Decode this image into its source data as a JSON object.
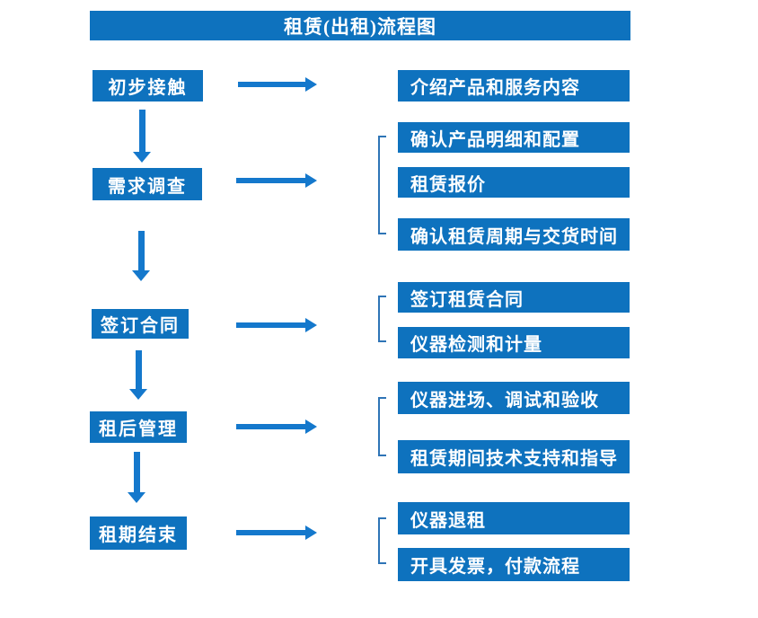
{
  "title": "租赁(出租)流程图",
  "colors": {
    "box_blue": "#0E72BE",
    "arrow_blue": "#1478CC",
    "bracket_blue": "#2E74B6",
    "text_white": "#FFFFFF",
    "background": "#FFFFFF"
  },
  "steps": [
    {
      "label": "初步接触",
      "details": [
        "介绍产品和服务内容"
      ]
    },
    {
      "label": "需求调查",
      "details": [
        "确认产品明细和配置",
        "租赁报价",
        "确认租赁周期与交货时间"
      ]
    },
    {
      "label": "签订合同",
      "details": [
        "签订租赁合同",
        "仪器检测和计量"
      ]
    },
    {
      "label": "租后管理",
      "details": [
        "仪器进场、调试和验收",
        "租赁期间技术支持和指导"
      ]
    },
    {
      "label": "租期结束",
      "details": [
        "仪器退租",
        "开具发票，付款流程"
      ]
    }
  ]
}
